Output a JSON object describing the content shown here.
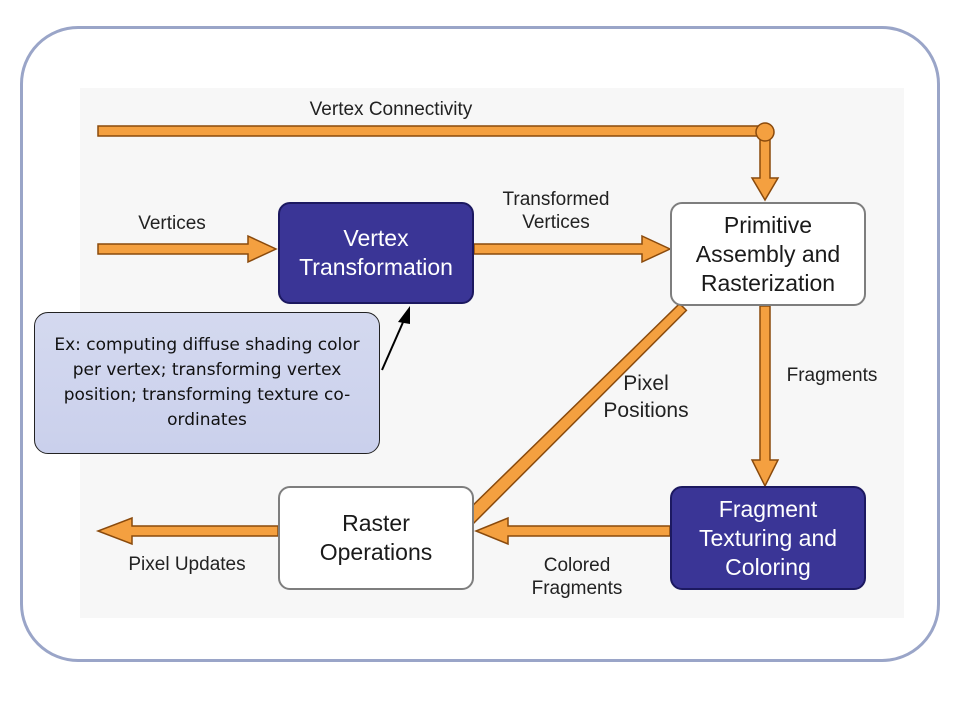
{
  "diagram": {
    "nodes": {
      "vertex_transformation": "Vertex\nTransformation",
      "primitive_assembly": "Primitive\nAssembly and\nRasterization",
      "raster_operations": "Raster\nOperations",
      "fragment_texturing": "Fragment\nTexturing and\nColoring"
    },
    "edges": {
      "vertex_connectivity": "Vertex Connectivity",
      "vertices": "Vertices",
      "transformed_vertices": "Transformed\nVertices",
      "pixel_positions": "Pixel\nPositions",
      "fragments": "Fragments",
      "colored_fragments": "Colored\nFragments",
      "pixel_updates": "Pixel Updates"
    },
    "callout": "Ex: computing diffuse shading color per vertex; transforming vertex position; transforming texture co-ordinates"
  },
  "colors": {
    "arrow_fill": "#f4a040",
    "arrow_stroke": "#8a4a0c",
    "dark_box": "#3a3596",
    "callout_fill": "#cad0ec"
  }
}
